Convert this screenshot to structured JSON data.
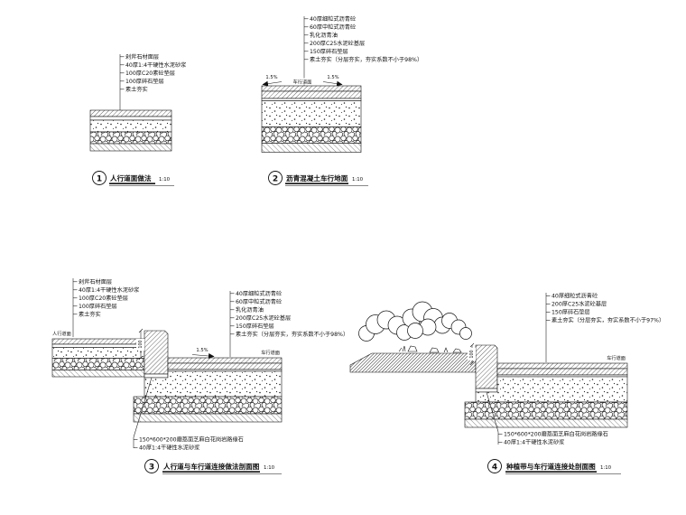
{
  "sheet": {
    "background_color": "#ffffff",
    "line_color": "#111111"
  },
  "details": [
    {
      "number": "1",
      "title": "人行道面做法",
      "scale": "1:10",
      "layer_labels": [
        "剁斧石材面层",
        "40厚1:4干硬性水泥砂浆",
        "100厚C20素砼垫层",
        "100厚碎石垫层",
        "素土夯实"
      ]
    },
    {
      "number": "2",
      "title": "沥青混凝土车行地面",
      "scale": "1:10",
      "layer_labels": [
        "40厚细粒式沥青砼",
        "60厚中粒式沥青砼",
        "乳化沥青油",
        "200厚C25水泥砼基层",
        "150厚碎石垫层",
        "素土夯实（分层夯实，夯实系数不小于98%）"
      ],
      "surface_label": "车行道面",
      "slope_left": "1.5%",
      "slope_right": "1.5%"
    },
    {
      "number": "3",
      "title": "人行道与车行道连接做法剖面图",
      "scale": "1:10",
      "left_labels": [
        "剁斧石材面层",
        "40厚1:4干硬性水泥砂浆",
        "100厚C20素砼垫层",
        "100厚碎石垫层",
        "素土夯实"
      ],
      "right_labels": [
        "40厚细粒式沥青砼",
        "60厚中粒式沥青砼",
        "乳化沥青油",
        "200厚C25水泥砼基层",
        "150厚碎石垫层",
        "素土夯实（分层夯实，夯实系数不小于98%）"
      ],
      "surface_left_label": "人行道面",
      "surface_right_label": "车行道面",
      "slope": "1.5%",
      "curb_height_dim": "100",
      "curb_labels": [
        "150*600*200磨荔面芝麻白花岗岩路缘石",
        "40厚1:4干硬性水泥砂浆"
      ]
    },
    {
      "number": "4",
      "title": "种植带与车行道连接处剖面图",
      "scale": "1:10",
      "right_labels": [
        "40厚细粒式沥青砼",
        "200厚C25水泥砼基层",
        "150厚碎石垫层",
        "素土夯实（分层夯实，夯实系数不小于97%）"
      ],
      "surface_right_label": "车行道面",
      "curb_height_dim": "100",
      "curb_labels": [
        "150*600*200磨荔面芝麻白花岗岩路缘石",
        "40厚1:4干硬性水泥砂浆"
      ]
    }
  ]
}
